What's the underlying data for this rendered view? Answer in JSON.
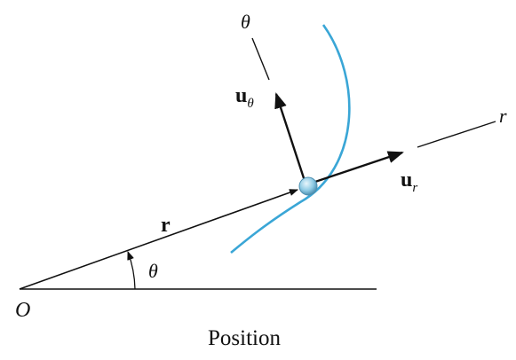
{
  "labels": {
    "theta_axis": "θ",
    "r_axis": "r",
    "u_theta_main": "u",
    "u_theta_sub": "θ",
    "u_r_main": "u",
    "u_r_sub": "r",
    "position_vector": "r",
    "angle": "θ",
    "origin": "O",
    "caption": "Position"
  },
  "colors": {
    "path": "#3aa6d6",
    "particle": "#9fd3ea",
    "ink": "#111111"
  }
}
